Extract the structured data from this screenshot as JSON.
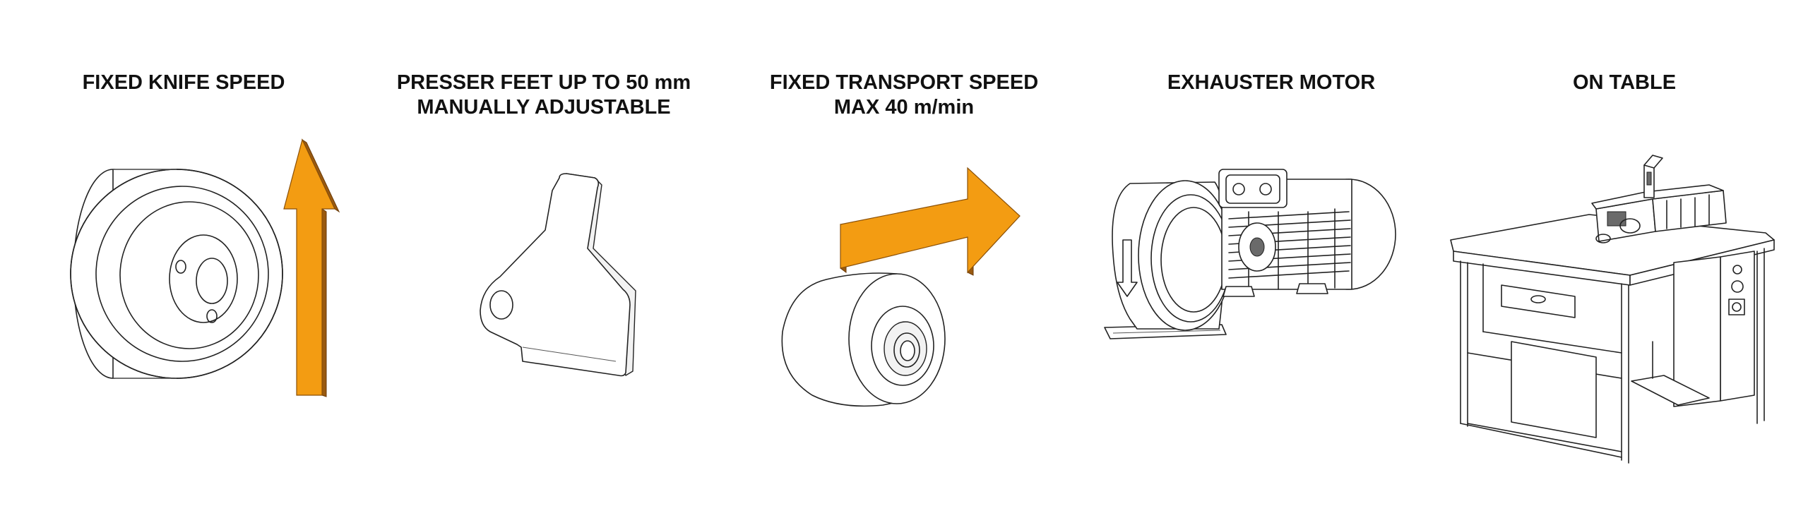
{
  "features": [
    {
      "caption_lines": [
        "FIXED KNIFE SPEED"
      ],
      "icon": "knife-pulley-arrow-up-icon"
    },
    {
      "caption_lines": [
        "PRESSER FEET UP TO 50 mm",
        "MANUALLY ADJUSTABLE"
      ],
      "icon": "presser-foot-icon"
    },
    {
      "caption_lines": [
        "FIXED TRANSPORT SPEED",
        "MAX 40 m/min"
      ],
      "icon": "transport-roller-arrow-right-icon"
    },
    {
      "caption_lines": [
        "EXHAUSTER MOTOR"
      ],
      "icon": "exhauster-motor-icon"
    },
    {
      "caption_lines": [
        "ON TABLE"
      ],
      "icon": "machine-on-table-icon"
    }
  ],
  "colors": {
    "arrow_face": "#f39c12",
    "arrow_side": "#9a5a10",
    "text": "#111111"
  }
}
